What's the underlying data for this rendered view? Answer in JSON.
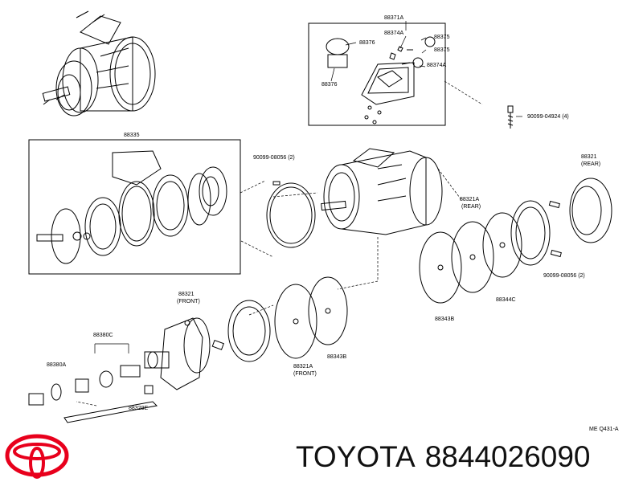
{
  "labels": {
    "88371A": "88371A",
    "88374A_top": "88374A",
    "88375_a": "88375",
    "88376_a": "88376",
    "88375_b": "88375",
    "88374A_mid": "88374A",
    "88376_b": "88376",
    "90099_04924": "90099-04924 (4)",
    "88335": "88335",
    "90099_08056_a": "90099-08056 (2)",
    "88321_rear": "88321",
    "rear_a": "(REAR)",
    "88321A_rear": "88321A",
    "rear_b": "(REAR)",
    "88344C": "88344C",
    "88343B_a": "88343B",
    "90099_08056_b": "90099-08056 (2)",
    "88321_front": "88321",
    "front_a": "(FRONT)",
    "88380C": "88380C",
    "88380A": "88380A",
    "88329E": "88329E",
    "88321A_front": "88321A",
    "front_b": "(FRONT)",
    "88343B_b": "88343B",
    "ref_code": "ME Q431-A"
  },
  "brand": {
    "name": "TOYOTA",
    "part_number": "8844026090",
    "logo_color": "#e8001c"
  }
}
